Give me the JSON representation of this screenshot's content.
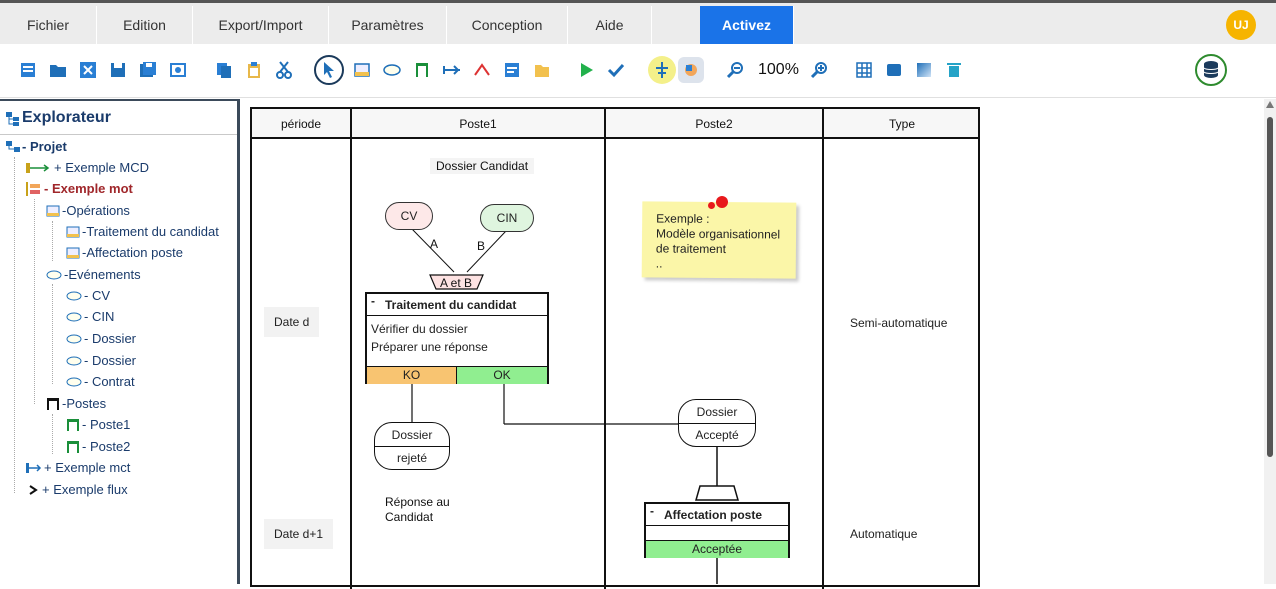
{
  "menu": {
    "items": [
      "Fichier",
      "Edition",
      "Export/Import",
      "Paramètres",
      "Conception",
      "Aide"
    ],
    "active": "Activez",
    "user_initials": "UJ"
  },
  "toolbar": {
    "zoom_level": "100%"
  },
  "explorer": {
    "title": "Explorateur",
    "tree": {
      "root": "- Projet",
      "mcd": "+ Exemple MCD",
      "mot": "- Exemple mot",
      "operations": "-Opérations",
      "op1": "-Traitement du candidat",
      "op2": "-Affectation poste",
      "evenements": "-Evénements",
      "ev1": "- CV",
      "ev2": "- CIN",
      "ev3": "- Dossier",
      "ev4": "- Dossier",
      "ev5": "- Contrat",
      "postes": "-Postes",
      "poste1": "- Poste1",
      "poste2": "- Poste2",
      "mct": "+ Exemple mct",
      "flux": "+ Exemple flux"
    }
  },
  "diagram": {
    "headers": [
      "période",
      "Poste1",
      "Poste2",
      "Type"
    ],
    "periods": [
      "Date d",
      "Date d+1"
    ],
    "types": [
      "Semi-automatique",
      "Automatique"
    ],
    "dossier_candidat": "Dossier Candidat",
    "event_cv": "CV",
    "event_cin": "CIN",
    "link_a": "A",
    "link_b": "B",
    "sync": "A et B",
    "op1_title": "Traitement du candidat",
    "op1_line1": "Vérifier du dossier",
    "op1_line2": "Préparer une réponse",
    "op1_ko": "KO",
    "op1_ok": "OK",
    "rejected_top": "Dossier",
    "rejected_bot": "rejeté",
    "accepted_top": "Dossier",
    "accepted_bot": "Accepté",
    "reponse_line1": "Réponse au",
    "reponse_line2": "Candidat",
    "op2_title": "Affectation poste",
    "op2_result": "Acceptée",
    "note_line1": "Exemple :",
    "note_line2": " Modèle organisationnel",
    "note_line3": "de traitement",
    "note_line4": ".."
  },
  "colors": {
    "active_menu": "#1a73e8",
    "ko": "#f8c471",
    "ok": "#90ee90",
    "cv_fill": "#fde8e8",
    "cin_fill": "#dff5df",
    "note": "#fbf6a8"
  }
}
